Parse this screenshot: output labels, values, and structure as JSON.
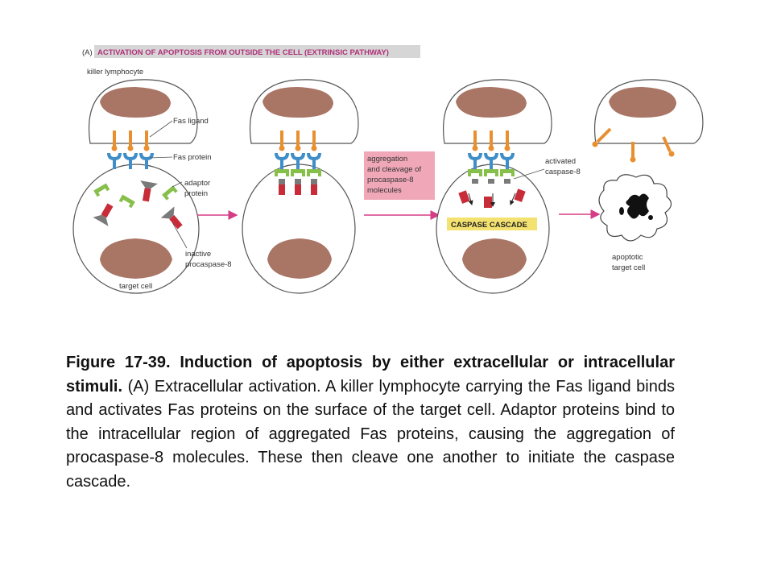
{
  "diagram": {
    "panel_prefix": "(A)",
    "panel_title": "ACTIVATION OF APOPTOSIS FROM OUTSIDE THE CELL (EXTRINSIC PATHWAY)",
    "labels": {
      "killer_lymphocyte": "killer lymphocyte",
      "fas_ligand": "Fas ligand",
      "fas_protein": "Fas protein",
      "adaptor_protein": [
        "adaptor",
        "protein"
      ],
      "inactive_procaspase": [
        "inactive",
        "procaspase-8"
      ],
      "target_cell": "target cell",
      "aggregation_box": [
        "aggregation",
        "and cleavage of",
        "procaspase-8",
        "molecules"
      ],
      "activated_caspase": [
        "activated",
        "caspase-8"
      ],
      "caspase_cascade": "CASPASE CASCADE",
      "apoptotic_target_cell": [
        "apoptotic",
        "target cell"
      ]
    },
    "colors": {
      "nucleus": "#a97565",
      "fas_ligand": "#e89030",
      "fas_protein": "#3f8ec8",
      "adaptor": "#86bf4a",
      "procaspase_red": "#c72c38",
      "procaspase_gray": "#7a7a7a",
      "arrow": "#d53d86",
      "highlight_title": "#d6d6d6",
      "highlight_aggregation": "#f0a8b8",
      "highlight_cascade": "#f4e270"
    }
  },
  "caption": {
    "figure_label": "Figure 17-39. Induction of apoptosis by either extracellular or intracellular stimuli.",
    "body": " (A) Extracellular activation. A killer lymphocyte carrying the Fas ligand binds and activates Fas proteins on the surface of the target cell. Adaptor proteins bind to the intracellular region of aggregated Fas proteins, causing the aggregation of procaspase-8 molecules. These then cleave one another to initiate the caspase cascade."
  }
}
